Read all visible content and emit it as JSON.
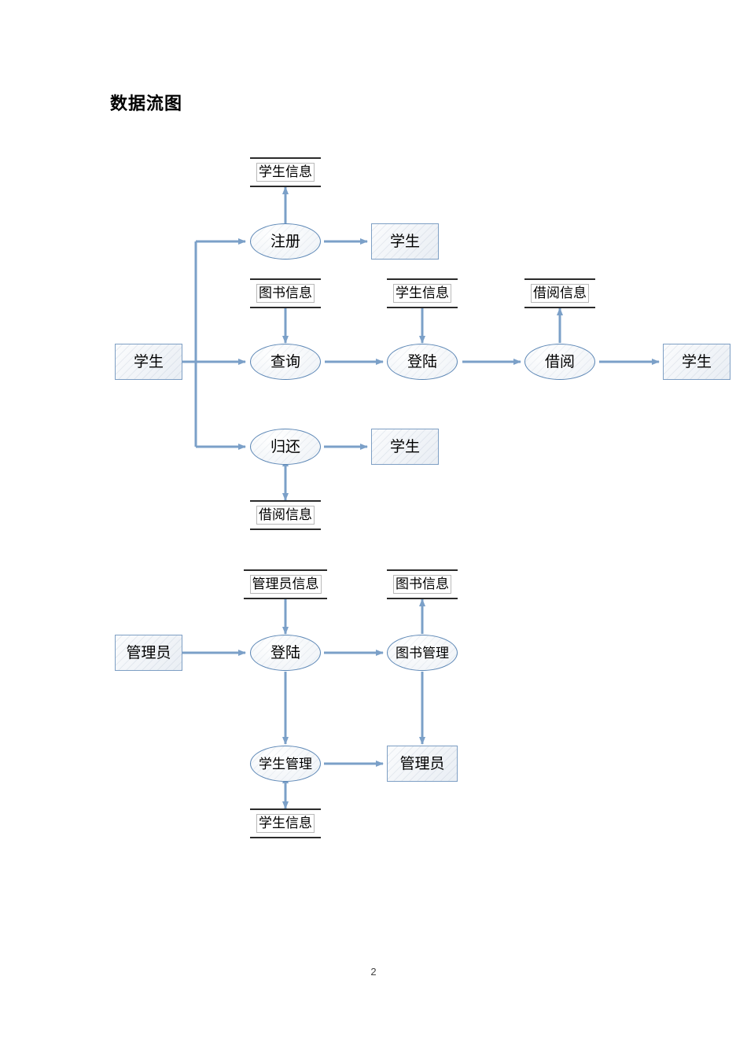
{
  "document": {
    "title": "数据流图",
    "page_number": "2"
  },
  "palette": {
    "arrow": "#7ba0c8",
    "process_border": "#5b86b5",
    "entity_border": "#7e9fc4",
    "store_line": "#2b2b2b",
    "text": "#000000",
    "page_background": "#ffffff"
  },
  "diagrams": [
    {
      "name": "student-data-flow",
      "entities": [
        {
          "id": "student-source",
          "label": "学生"
        },
        {
          "id": "student-register-sink",
          "label": "学生"
        },
        {
          "id": "student-borrow-sink",
          "label": "学生"
        },
        {
          "id": "student-return-sink",
          "label": "学生"
        }
      ],
      "processes": [
        {
          "id": "register",
          "label": "注册"
        },
        {
          "id": "query",
          "label": "查询"
        },
        {
          "id": "login",
          "label": "登陆"
        },
        {
          "id": "borrow",
          "label": "借阅"
        },
        {
          "id": "return",
          "label": "归还"
        }
      ],
      "stores": [
        {
          "id": "store-student-info-register",
          "label": "学生信息"
        },
        {
          "id": "store-book-info-query",
          "label": "图书信息"
        },
        {
          "id": "store-student-info-login",
          "label": "学生信息"
        },
        {
          "id": "store-borrow-info-borrow",
          "label": "借阅信息"
        },
        {
          "id": "store-borrow-info-return",
          "label": "借阅信息"
        }
      ],
      "flows": [
        {
          "from": "student-source",
          "to": "register",
          "direction": "one-way"
        },
        {
          "from": "student-source",
          "to": "query",
          "direction": "one-way"
        },
        {
          "from": "student-source",
          "to": "return",
          "direction": "one-way"
        },
        {
          "from": "register",
          "to": "student-register-sink",
          "direction": "one-way"
        },
        {
          "from": "register",
          "to": "store-student-info-register",
          "direction": "one-way"
        },
        {
          "from": "store-book-info-query",
          "to": "query",
          "direction": "one-way"
        },
        {
          "from": "query",
          "to": "login",
          "direction": "one-way"
        },
        {
          "from": "store-student-info-login",
          "to": "login",
          "direction": "one-way"
        },
        {
          "from": "login",
          "to": "borrow",
          "direction": "one-way"
        },
        {
          "from": "borrow",
          "to": "store-borrow-info-borrow",
          "direction": "one-way"
        },
        {
          "from": "borrow",
          "to": "student-borrow-sink",
          "direction": "one-way"
        },
        {
          "from": "return",
          "to": "student-return-sink",
          "direction": "one-way"
        },
        {
          "from": "return",
          "to": "store-borrow-info-return",
          "direction": "two-way"
        }
      ]
    },
    {
      "name": "admin-data-flow",
      "entities": [
        {
          "id": "admin-source",
          "label": "管理员"
        },
        {
          "id": "admin-sink",
          "label": "管理员"
        }
      ],
      "processes": [
        {
          "id": "admin-login",
          "label": "登陆"
        },
        {
          "id": "book-management",
          "label": "图书管理"
        },
        {
          "id": "student-management",
          "label": "学生管理"
        }
      ],
      "stores": [
        {
          "id": "store-admin-info",
          "label": "管理员信息"
        },
        {
          "id": "store-book-info-admin",
          "label": "图书信息"
        },
        {
          "id": "store-student-info-admin",
          "label": "学生信息"
        }
      ],
      "flows": [
        {
          "from": "admin-source",
          "to": "admin-login",
          "direction": "one-way"
        },
        {
          "from": "store-admin-info",
          "to": "admin-login",
          "direction": "one-way"
        },
        {
          "from": "admin-login",
          "to": "book-management",
          "direction": "one-way"
        },
        {
          "from": "book-management",
          "to": "store-book-info-admin",
          "direction": "one-way"
        },
        {
          "from": "book-management",
          "to": "admin-sink",
          "direction": "one-way"
        },
        {
          "from": "admin-login",
          "to": "student-management",
          "direction": "one-way"
        },
        {
          "from": "student-management",
          "to": "admin-sink",
          "direction": "one-way"
        },
        {
          "from": "student-management",
          "to": "store-student-info-admin",
          "direction": "two-way"
        }
      ]
    }
  ]
}
